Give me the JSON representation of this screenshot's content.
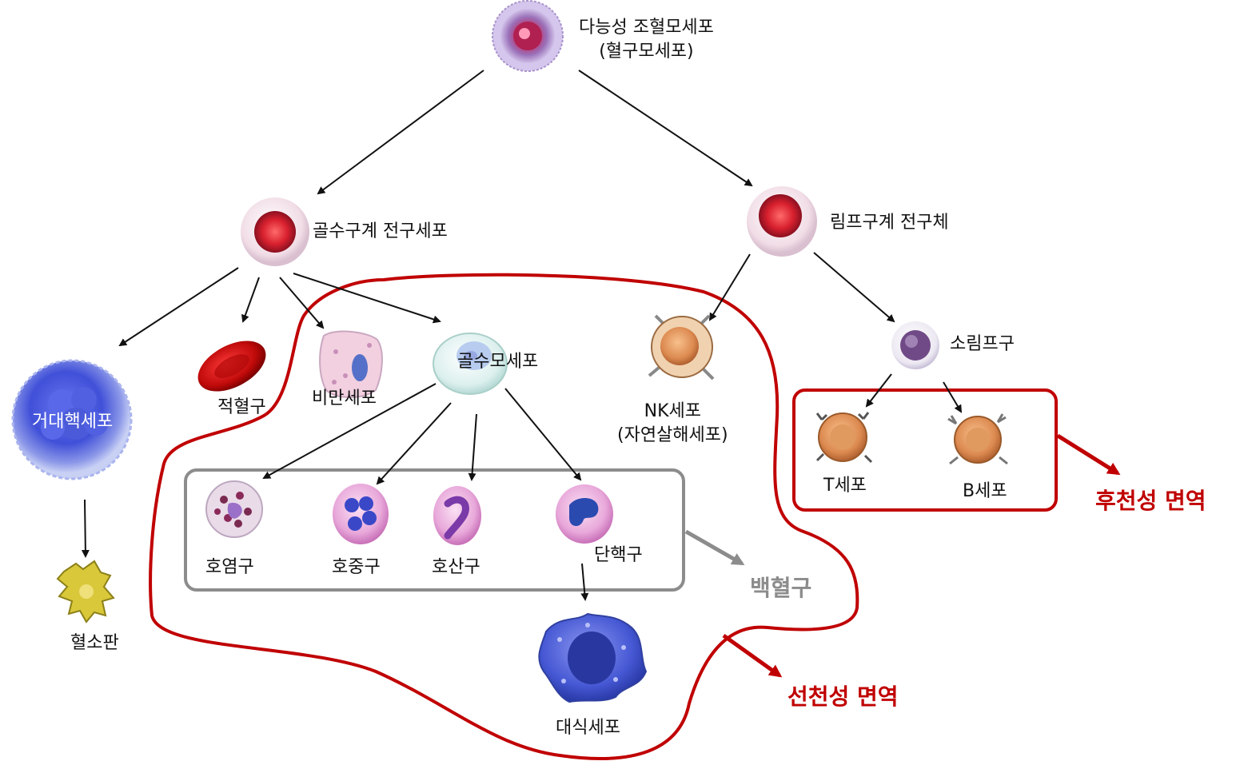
{
  "colors": {
    "arrow": "#111111",
    "innate_boundary": "#c00000",
    "adaptive_box": "#c00000",
    "wbc_box": "#8c8c8c",
    "innate_text": "#c00000",
    "adaptive_text": "#c00000",
    "wbc_text": "#8c8c8c"
  },
  "cells": {
    "hsc": {
      "line1": "다능성 조혈모세포",
      "line2": "(혈구모세포)",
      "icon": "hematopoietic-stem-cell-icon"
    },
    "myeloid_progenitor": {
      "label": "골수구계 전구세포",
      "icon": "myeloid-progenitor-icon"
    },
    "lymphoid_progenitor": {
      "label": "림프구계 전구체",
      "icon": "lymphoid-progenitor-icon"
    },
    "megakaryocyte": {
      "label": "거대핵세포",
      "icon": "megakaryocyte-icon"
    },
    "platelet": {
      "label": "혈소판",
      "icon": "platelet-icon"
    },
    "erythrocyte": {
      "label": "적혈구",
      "icon": "red-blood-cell-icon"
    },
    "mast_cell": {
      "label": "비만세포",
      "icon": "mast-cell-icon"
    },
    "myeloblast": {
      "label": "골수모세포",
      "icon": "myeloblast-icon"
    },
    "nk_cell": {
      "line1": "NK세포",
      "line2": "(자연살해세포)",
      "icon": "nk-cell-icon"
    },
    "small_lymphocyte": {
      "label": "소림프구",
      "icon": "small-lymphocyte-icon"
    },
    "t_cell": {
      "label": "T세포",
      "icon": "t-cell-icon"
    },
    "b_cell": {
      "label": "B세포",
      "icon": "b-cell-icon"
    },
    "basophil": {
      "label": "호염구",
      "icon": "basophil-icon"
    },
    "neutrophil": {
      "label": "호중구",
      "icon": "neutrophil-icon"
    },
    "eosinophil": {
      "label": "호산구",
      "icon": "eosinophil-icon"
    },
    "monocyte": {
      "label": "단핵구",
      "icon": "monocyte-icon"
    },
    "macrophage": {
      "label": "대식세포",
      "icon": "macrophage-icon"
    }
  },
  "groups": {
    "white_blood_cells": "백혈구",
    "innate_immunity": "선천성 면역",
    "adaptive_immunity": "후천성 면역"
  }
}
